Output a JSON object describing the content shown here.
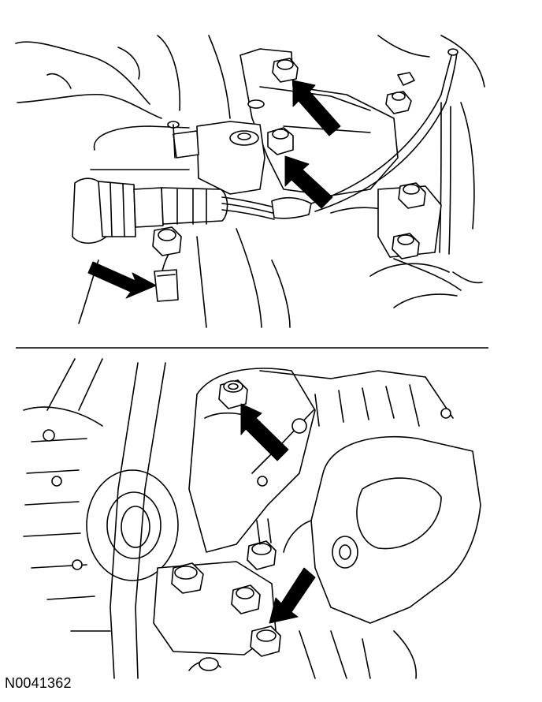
{
  "figure": {
    "id_label": "N0041362",
    "panels": [
      {
        "name": "upper",
        "callout_arrows": 3
      },
      {
        "name": "lower",
        "callout_arrows": 2
      }
    ]
  },
  "colors": {
    "line": "#000000",
    "background": "#ffffff"
  }
}
